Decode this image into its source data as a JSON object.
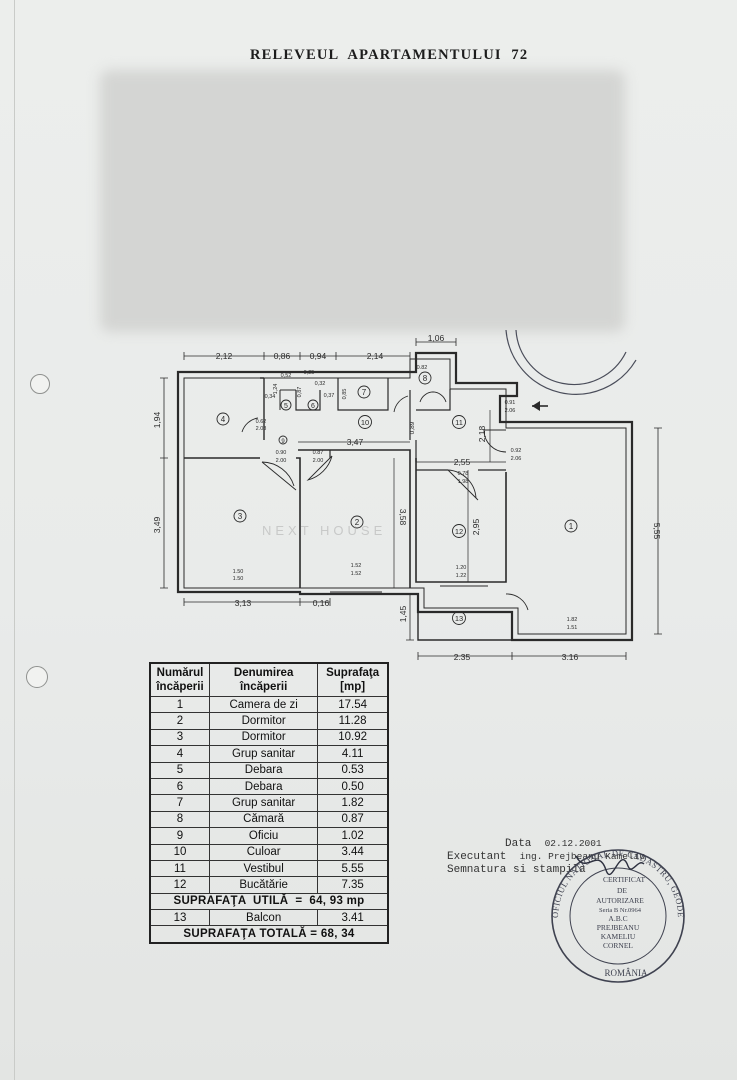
{
  "title": "RELEVEUL  APARTAMENTULUI  72",
  "watermark": "NEXT HOUSE",
  "plan": {
    "dims": {
      "top_1": "2,12",
      "top_2": "0,86",
      "top_3": "0,94",
      "top_4": "2,14",
      "top_5": "1,06",
      "left_1": "1,94",
      "left_2": "3,49",
      "left_3": "1,45",
      "right_1": "5,55",
      "bottom_1": "3,13",
      "bottom_2": "0,16",
      "bottom_3": "2,35",
      "bottom_4": "3,16",
      "inner_347": "3,47",
      "inner_255": "2,55",
      "inner_358": "3,58",
      "inner_295": "2,95",
      "inner_218": "2,18",
      "inner_089": "0,89",
      "inner_085": "0,85",
      "inner_052": "0,52",
      "inner_025": "0,25",
      "inner_124": "1,24",
      "inner_087v": "0,87",
      "inner_032": "0,32",
      "inner_037": "0,37",
      "inner_034": "0,34"
    },
    "openings": {
      "w_150": "1.50",
      "w_150b": "1.50",
      "w_152": "1.52",
      "w_152b": "1.52",
      "w_120": "1.20",
      "w_122": "1.22",
      "w_182": "1.82",
      "w_151": "1.51",
      "d_062": "0.62",
      "d_208": "2.08",
      "d_090": "0.90",
      "d_200": "2.00",
      "d_087": "0.87",
      "d_200b": "2.00",
      "d_078": "0.78",
      "d_198": "1.98",
      "d_092": "0.92",
      "d_206": "2.06",
      "d_091": "0.91",
      "d_206b": "2.06",
      "d_082": "0.82"
    },
    "room_labels": [
      "1",
      "2",
      "3",
      "4",
      "5",
      "6",
      "7",
      "8",
      "9",
      "10",
      "11",
      "12",
      "13"
    ]
  },
  "table": {
    "headers": [
      "Numărul încăperii",
      "Denumirea încăperii",
      "Suprafaţa [mp]"
    ],
    "rows": [
      {
        "num": "1",
        "name": "Camera de zi",
        "area": "17.54"
      },
      {
        "num": "2",
        "name": "Dormitor",
        "area": "11.28"
      },
      {
        "num": "3",
        "name": "Dormitor",
        "area": "10.92"
      },
      {
        "num": "4",
        "name": "Grup sanitar",
        "area": "4.11"
      },
      {
        "num": "5",
        "name": "Debara",
        "area": "0.53"
      },
      {
        "num": "6",
        "name": "Debara",
        "area": "0.50"
      },
      {
        "num": "7",
        "name": "Grup sanitar",
        "area": "1.82"
      },
      {
        "num": "8",
        "name": "Cămară",
        "area": "0.87"
      },
      {
        "num": "9",
        "name": "Oficiu",
        "area": "1.02"
      },
      {
        "num": "10",
        "name": "Culoar",
        "area": "3.44"
      },
      {
        "num": "11",
        "name": "Vestibul",
        "area": "5.55"
      },
      {
        "num": "12",
        "name": "Bucătărie",
        "area": "7.35"
      }
    ],
    "useful_total": "SUPRAFAŢA  UTILĂ  =  64, 93 mp",
    "balcony": {
      "num": "13",
      "name": "Balcon",
      "area": "3.41"
    },
    "grand_total": "SUPRAFAŢA TOTALĂ = 68, 34"
  },
  "signature": {
    "date_label": "Data",
    "date_value": "02.12.2001",
    "executant_label": "Executant",
    "executant_value": "ing. Prejbeanu Kameliu",
    "sign_label": "Semnatura si stampila"
  },
  "stamp": {
    "ring_text": "OFICIUL NAŢIONAL DE CADASTRU, GEODEZIE ŞI CARTOGRAFIE",
    "center_lines": [
      "CERTIFICAT",
      "DE",
      "AUTORIZARE",
      "Seria B Nr.0964",
      "A.B.C",
      "PREJBEANU",
      "KAMELIU",
      "CORNEL"
    ],
    "bottom": "ROMÂNIA"
  },
  "colors": {
    "ink": "#2a2a2a",
    "stamp": "#3f4250",
    "paper": "#eceeec"
  }
}
